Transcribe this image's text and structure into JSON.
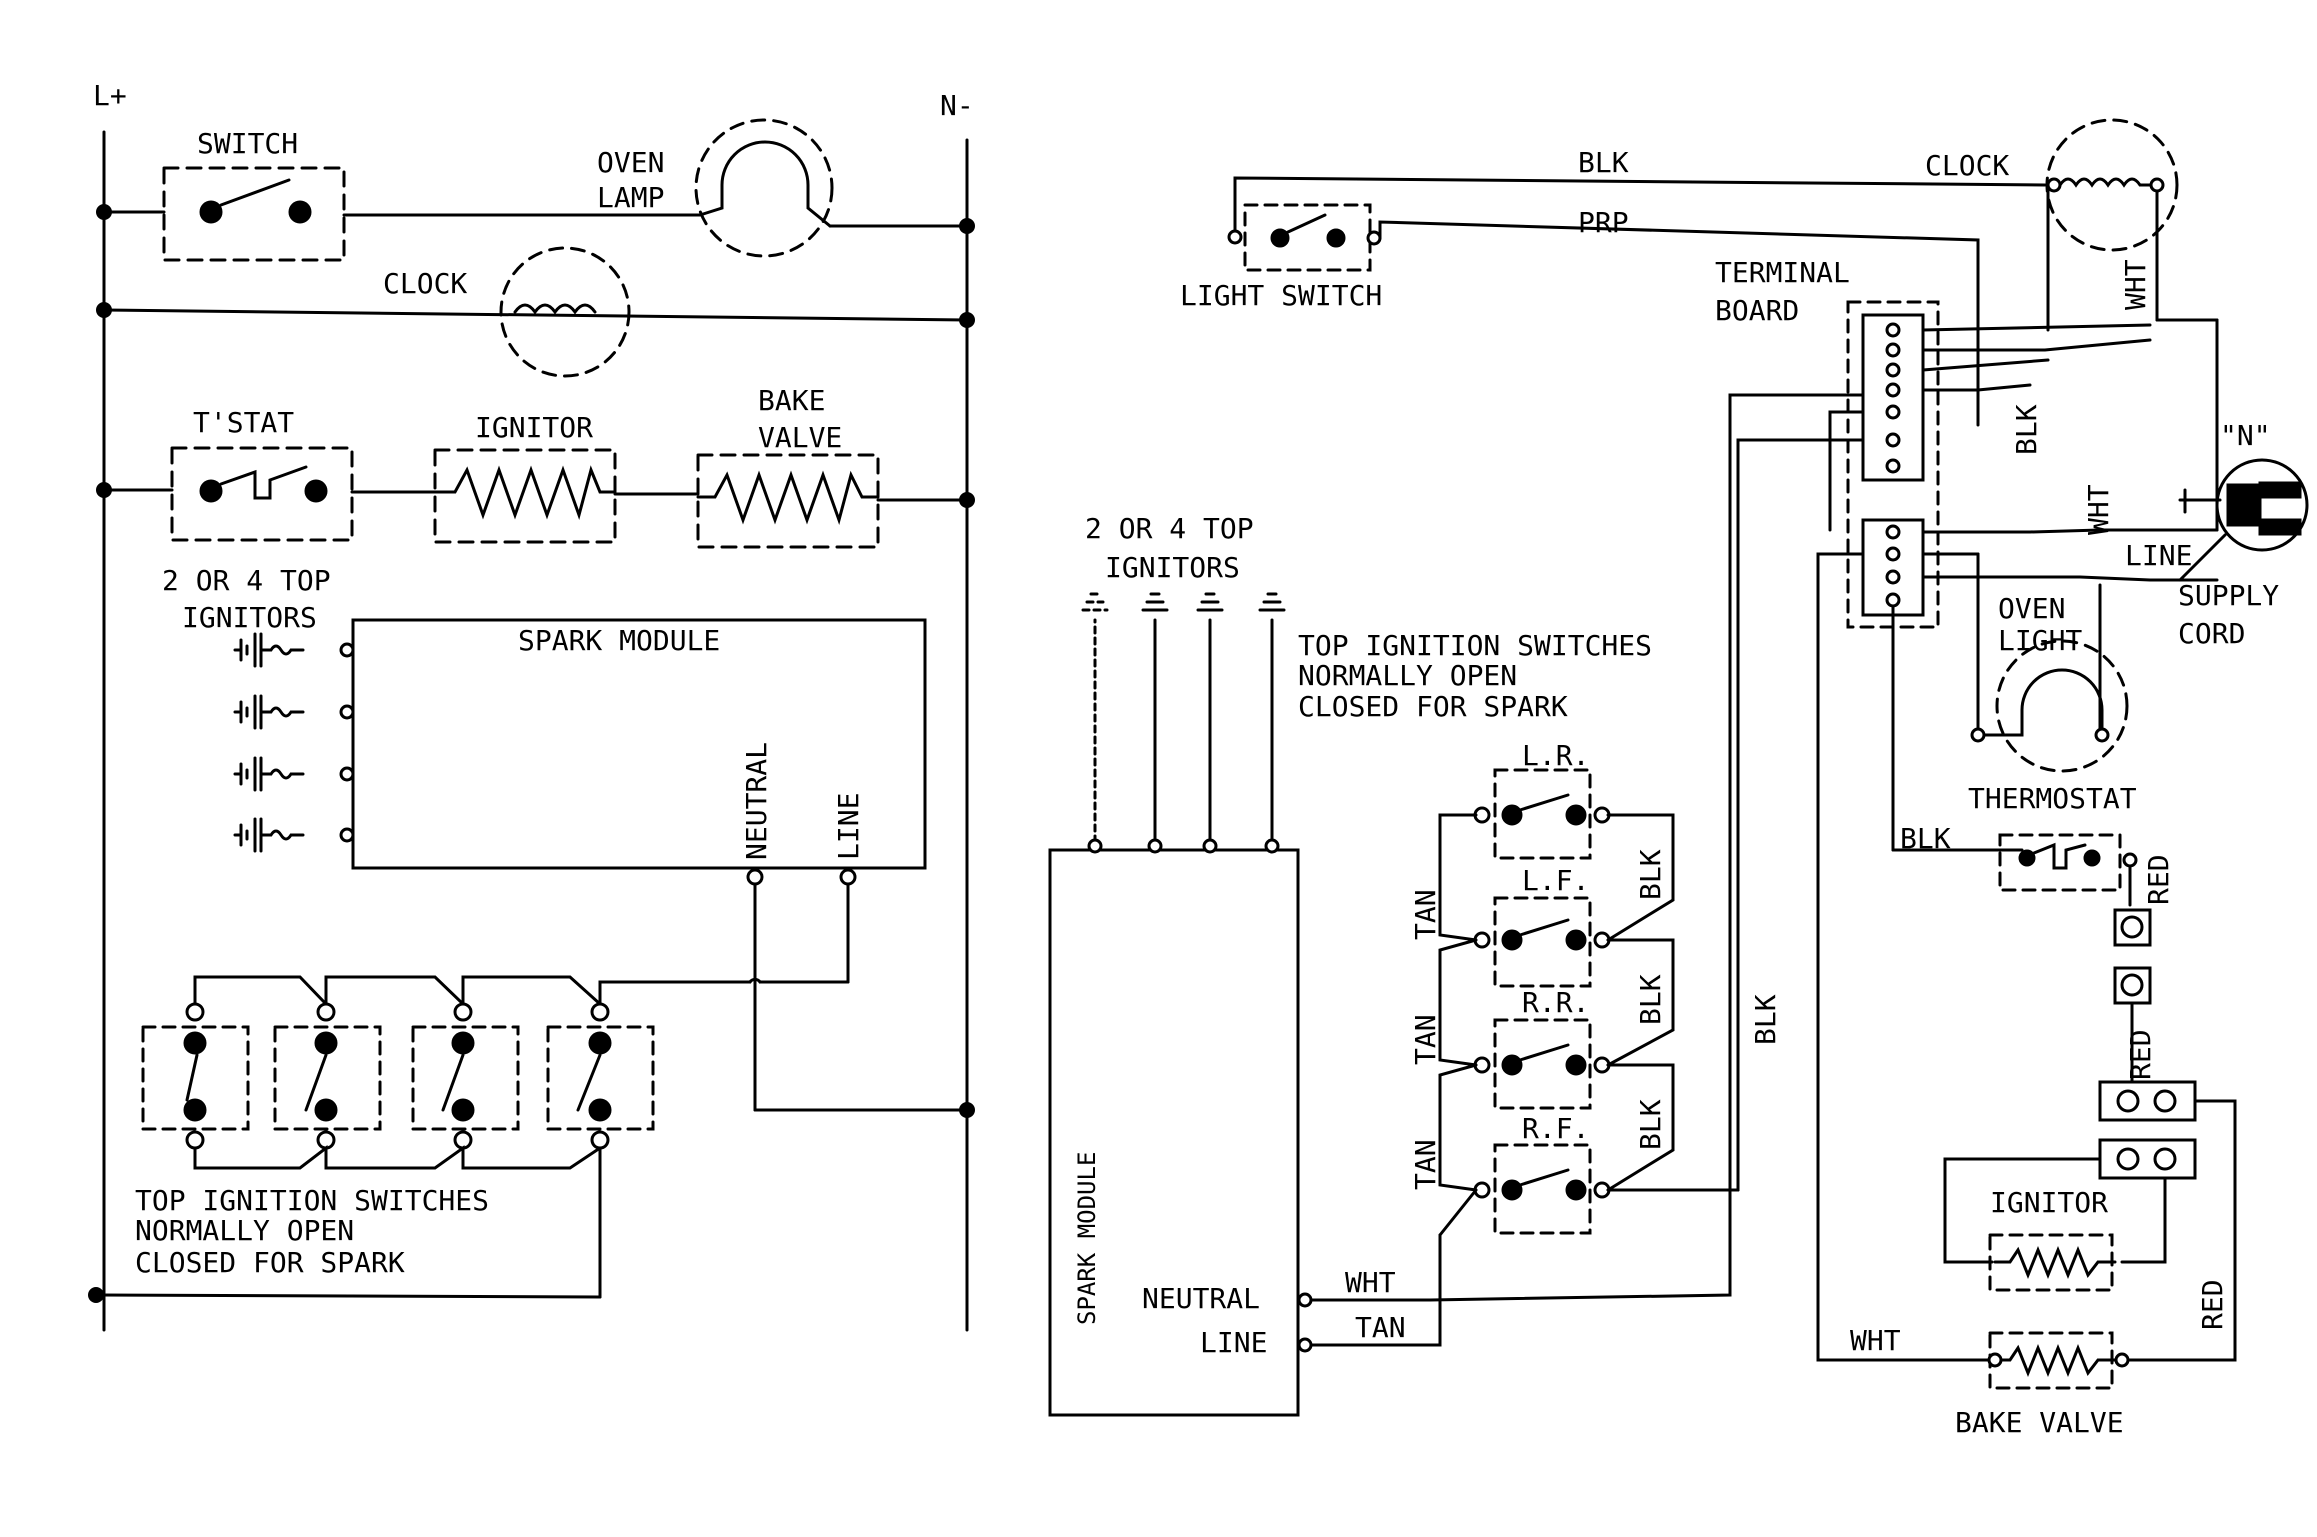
{
  "ladder": {
    "l_plus": "L+",
    "n_minus": "N-",
    "switch": "SWITCH",
    "oven_lamp_1": "OVEN",
    "oven_lamp_2": "LAMP",
    "clock": "CLOCK",
    "tstat": "T'STAT",
    "ignitor": "IGNITOR",
    "bake_valve_1": "BAKE",
    "bake_valve_2": "VALVE",
    "ignitors_1": "2 OR 4 TOP",
    "ignitors_2": "IGNITORS",
    "spark_module": "SPARK MODULE",
    "neutral": "NEUTRAL",
    "line": "LINE",
    "top_ign_1": "TOP IGNITION SWITCHES",
    "top_ign_2": "NORMALLY OPEN",
    "top_ign_3": "CLOSED FOR SPARK"
  },
  "wiring": {
    "blk": "BLK",
    "prp": "PRP",
    "wht": "WHT",
    "tan": "TAN",
    "red": "RED",
    "clock": "CLOCK",
    "light_switch": "LIGHT SWITCH",
    "terminal_1": "TERMINAL",
    "terminal_2": "BOARD",
    "n_mark": "\"N\"",
    "line": "LINE",
    "supply_1": "SUPPLY",
    "supply_2": "CORD",
    "oven_light_1": "OVEN",
    "oven_light_2": "LIGHT",
    "ignitors_1": "2 OR 4 TOP",
    "ignitors_2": "IGNITORS",
    "top_ign_1": "TOP IGNITION SWITCHES",
    "top_ign_2": "NORMALLY OPEN",
    "top_ign_3": "CLOSED FOR SPARK",
    "lr": "L.R.",
    "lf": "L.F.",
    "rr": "R.R.",
    "rf": "R.F.",
    "thermostat": "THERMOSTAT",
    "ignitor": "IGNITOR",
    "bake_valve": "BAKE VALVE",
    "spark_module": "SPARK MODULE",
    "neutral": "NEUTRAL",
    "line_label": "LINE"
  }
}
